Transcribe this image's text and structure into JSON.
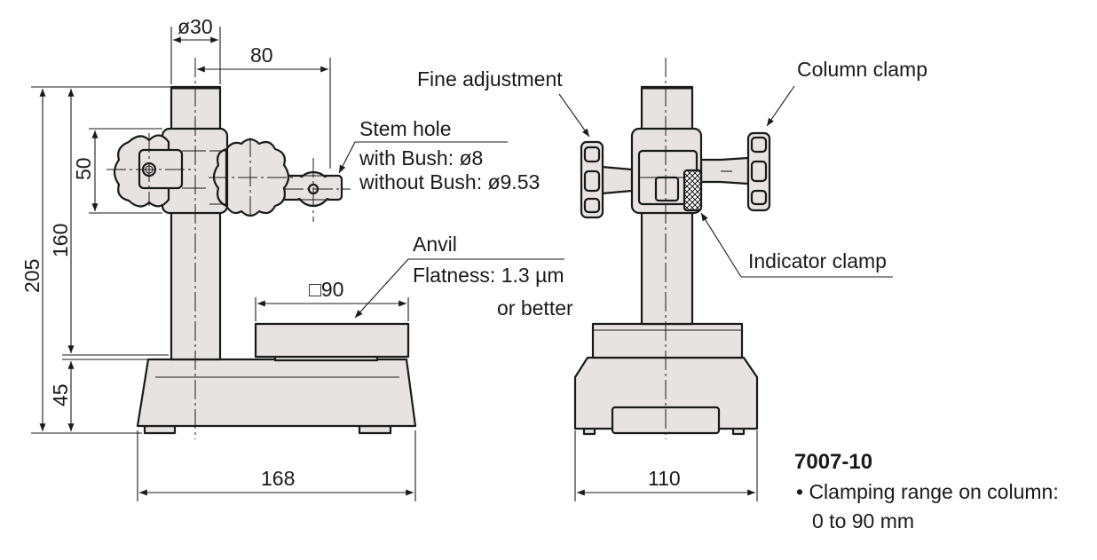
{
  "dimensions": {
    "column_diameter": "ø30",
    "arm_reach": "80",
    "clamp_height": "50",
    "total_height": "205",
    "max_height_above_base": "160",
    "base_height": "45",
    "base_length": "168",
    "base_width": "110",
    "anvil_size": "□90"
  },
  "callouts": {
    "fine_adjustment": "Fine adjustment",
    "column_clamp": "Column clamp",
    "stem_hole": "Stem hole",
    "with_bush": "with Bush: ø8",
    "without_bush": "without Bush: ø9.53",
    "anvil": "Anvil",
    "flatness": "Flatness: 1.3 µm",
    "or_better": "or better",
    "indicator_clamp": "Indicator clamp"
  },
  "spec": {
    "model": "7007-10",
    "bullet": "• Clamping range on column:",
    "range": "0 to 90 mm"
  }
}
